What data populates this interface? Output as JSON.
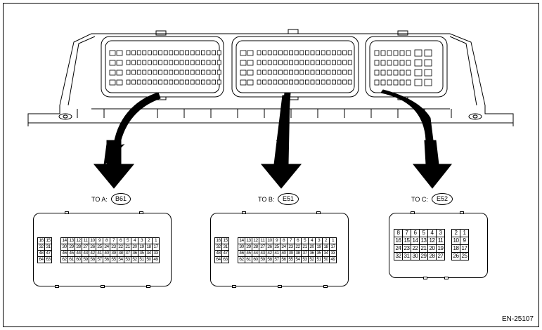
{
  "figure_code": "EN-25107",
  "callouts": [
    {
      "prefix": "TO A:",
      "id": "B61"
    },
    {
      "prefix": "TO B:",
      "id": "E51"
    },
    {
      "prefix": "TO C:",
      "id": "E52"
    }
  ],
  "connector_ab": {
    "left_rows": [
      [
        "16",
        "15"
      ],
      [
        "32",
        "31"
      ],
      [
        "48",
        "47"
      ],
      [
        "64",
        "63"
      ]
    ],
    "right_rows": [
      [
        "14",
        "13",
        "12",
        "11",
        "10",
        "9",
        "8",
        "7",
        "6",
        "5",
        "4",
        "3",
        "2",
        "1"
      ],
      [
        "30",
        "29",
        "28",
        "27",
        "26",
        "25",
        "24",
        "23",
        "22",
        "21",
        "20",
        "19",
        "18",
        "17"
      ],
      [
        "46",
        "45",
        "44",
        "43",
        "42",
        "41",
        "40",
        "39",
        "38",
        "37",
        "36",
        "35",
        "34",
        "33"
      ],
      [
        "62",
        "61",
        "60",
        "59",
        "58",
        "57",
        "56",
        "55",
        "54",
        "53",
        "52",
        "51",
        "50",
        "49"
      ]
    ]
  },
  "connector_c": {
    "left_rows": [
      [
        "8",
        "7",
        "6",
        "5",
        "4",
        "3"
      ],
      [
        "16",
        "15",
        "14",
        "13",
        "12",
        "11"
      ],
      [
        "24",
        "23",
        "22",
        "21",
        "20",
        "19"
      ],
      [
        "32",
        "31",
        "30",
        "29",
        "28",
        "27"
      ]
    ],
    "right_rows": [
      [
        "2",
        "1"
      ],
      [
        "10",
        "9"
      ],
      [
        "18",
        "17"
      ],
      [
        "26",
        "25"
      ]
    ]
  }
}
